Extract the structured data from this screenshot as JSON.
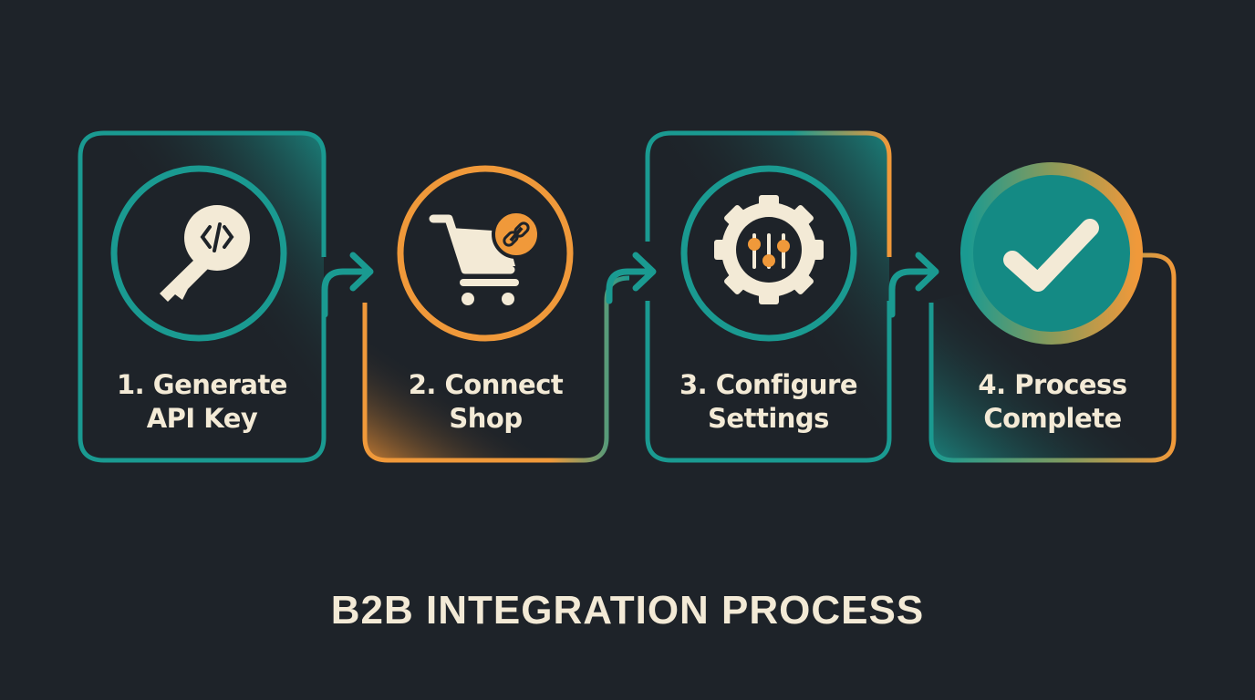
{
  "diagram": {
    "title": "B2B INTEGRATION PROCESS",
    "colors": {
      "background": "#1e2329",
      "teal": "#1a9a91",
      "orange": "#f0993a",
      "cream": "#f3ead6"
    },
    "steps": [
      {
        "number": "1.",
        "line1": "1. Generate",
        "line2": "API Key",
        "icon": "key-code-icon",
        "accent": "teal"
      },
      {
        "number": "2.",
        "line1": "2. Connect",
        "line2": "Shop",
        "icon": "shopping-cart-link-icon",
        "accent": "orange"
      },
      {
        "number": "3.",
        "line1": "3. Configure",
        "line2": "Settings",
        "icon": "gear-sliders-icon",
        "accent": "teal"
      },
      {
        "number": "4.",
        "line1": "4. Process",
        "line2": "Complete",
        "icon": "checkmark-icon",
        "accent": "teal-orange"
      }
    ],
    "connectors": [
      "arrow-1-2",
      "arrow-2-3",
      "arrow-3-4"
    ]
  }
}
